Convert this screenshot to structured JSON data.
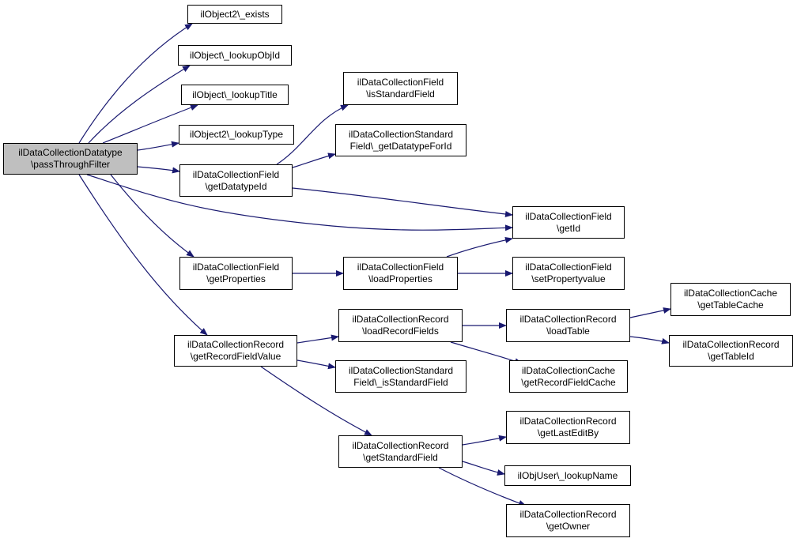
{
  "colors": {
    "edge": "#191970",
    "node_border": "#000000",
    "root_fill": "#bfbfbf",
    "node_fill": "#ffffff"
  },
  "nodes": {
    "root": {
      "line1": "ilDataCollectionDatatype",
      "line2": "\\passThroughFilter"
    },
    "obj2_exists": {
      "line1": "ilObject2\\_exists"
    },
    "obj_lookupobjid": {
      "line1": "ilObject\\_lookupObjId"
    },
    "obj_lookuptitle": {
      "line1": "ilObject\\_lookupTitle"
    },
    "obj2_lookuptype": {
      "line1": "ilObject2\\_lookupType"
    },
    "field_getdatatypeid": {
      "line1": "ilDataCollectionField",
      "line2": "\\getDatatypeId"
    },
    "field_isstandardfield": {
      "line1": "ilDataCollectionField",
      "line2": "\\isStandardField"
    },
    "std_getdatatypeforid": {
      "line1": "ilDataCollectionStandard",
      "line2": "Field\\_getDatatypeForId"
    },
    "field_getid": {
      "line1": "ilDataCollectionField",
      "line2": "\\getId"
    },
    "field_getproperties": {
      "line1": "ilDataCollectionField",
      "line2": "\\getProperties"
    },
    "field_loadproperties": {
      "line1": "ilDataCollectionField",
      "line2": "\\loadProperties"
    },
    "field_setpropertyvalue": {
      "line1": "ilDataCollectionField",
      "line2": "\\setPropertyvalue"
    },
    "record_getrecordfieldvalue": {
      "line1": "ilDataCollectionRecord",
      "line2": "\\getRecordFieldValue"
    },
    "record_loadrecordfields": {
      "line1": "ilDataCollectionRecord",
      "line2": "\\loadRecordFields"
    },
    "std_isstandardfield": {
      "line1": "ilDataCollectionStandard",
      "line2": "Field\\_isStandardField"
    },
    "record_loadtable": {
      "line1": "ilDataCollectionRecord",
      "line2": "\\loadTable"
    },
    "cache_gettablecache": {
      "line1": "ilDataCollectionCache",
      "line2": "\\getTableCache"
    },
    "record_gettableid": {
      "line1": "ilDataCollectionRecord",
      "line2": "\\getTableId"
    },
    "cache_getrecordfieldcache": {
      "line1": "ilDataCollectionCache",
      "line2": "\\getRecordFieldCache"
    },
    "record_getstandardfield": {
      "line1": "ilDataCollectionRecord",
      "line2": "\\getStandardField"
    },
    "record_getlasteditby": {
      "line1": "ilDataCollectionRecord",
      "line2": "\\getLastEditBy"
    },
    "objuser_lookupname": {
      "line1": "ilObjUser\\_lookupName"
    },
    "record_getowner": {
      "line1": "ilDataCollectionRecord",
      "line2": "\\getOwner"
    }
  },
  "edges": [
    [
      "root",
      "obj2_exists"
    ],
    [
      "root",
      "obj_lookupobjid"
    ],
    [
      "root",
      "obj_lookuptitle"
    ],
    [
      "root",
      "obj2_lookuptype"
    ],
    [
      "root",
      "field_getdatatypeid"
    ],
    [
      "root",
      "field_getid"
    ],
    [
      "root",
      "field_getproperties"
    ],
    [
      "root",
      "record_getrecordfieldvalue"
    ],
    [
      "field_getdatatypeid",
      "field_isstandardfield"
    ],
    [
      "field_getdatatypeid",
      "std_getdatatypeforid"
    ],
    [
      "field_getdatatypeid",
      "field_getid"
    ],
    [
      "field_getproperties",
      "field_loadproperties"
    ],
    [
      "field_loadproperties",
      "field_getid"
    ],
    [
      "field_loadproperties",
      "field_setpropertyvalue"
    ],
    [
      "record_getrecordfieldvalue",
      "record_loadrecordfields"
    ],
    [
      "record_getrecordfieldvalue",
      "std_isstandardfield"
    ],
    [
      "record_getrecordfieldvalue",
      "record_getstandardfield"
    ],
    [
      "record_loadrecordfields",
      "record_loadtable"
    ],
    [
      "record_loadrecordfields",
      "cache_getrecordfieldcache"
    ],
    [
      "record_loadtable",
      "cache_gettablecache"
    ],
    [
      "record_loadtable",
      "record_gettableid"
    ],
    [
      "record_getstandardfield",
      "record_getlasteditby"
    ],
    [
      "record_getstandardfield",
      "objuser_lookupname"
    ],
    [
      "record_getstandardfield",
      "record_getowner"
    ]
  ]
}
